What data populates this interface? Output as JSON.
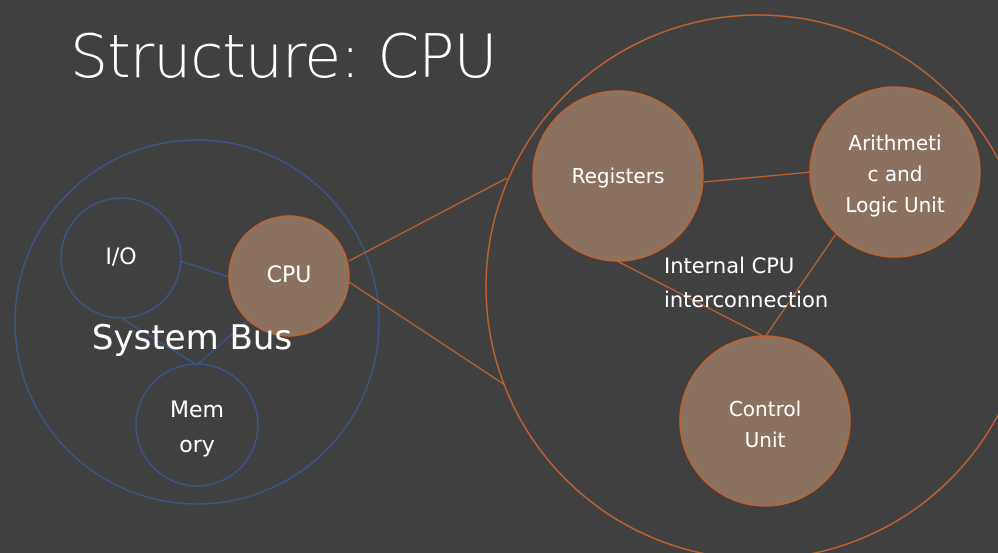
{
  "slide": {
    "title": "Structure: CPU"
  },
  "system": {
    "io_label": "I/O",
    "cpu_label": "CPU",
    "bus_label": "System Bus",
    "memory_label": "Mem\nory"
  },
  "cpu_detail": {
    "registers_label": "Registers",
    "alu_label": "Arithmeti\nc and\nLogic Unit",
    "control_unit_label": "Control\nUnit",
    "interconnect_label": "Internal CPU\ninterconnection"
  },
  "colors": {
    "background": "#404040",
    "system_outline": "#3a5588",
    "cpu_outline": "#c0622d",
    "node_fill": "#8b7260",
    "text": "#ffffff"
  }
}
